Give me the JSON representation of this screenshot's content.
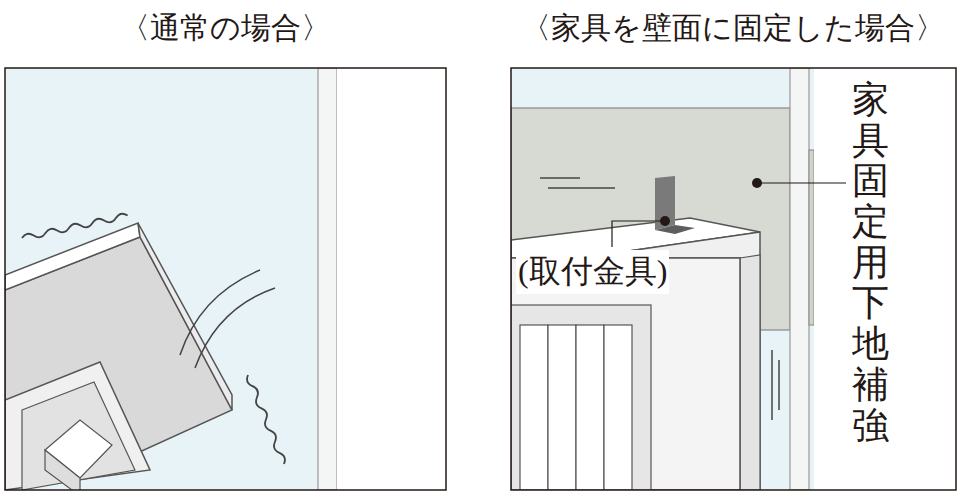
{
  "diagram": {
    "labels": [
      "〈通常の場合〉",
      "〈家具を壁面に固定した場合〉",
      "(取付金具)",
      "家具固定用下地補強"
    ]
  }
}
